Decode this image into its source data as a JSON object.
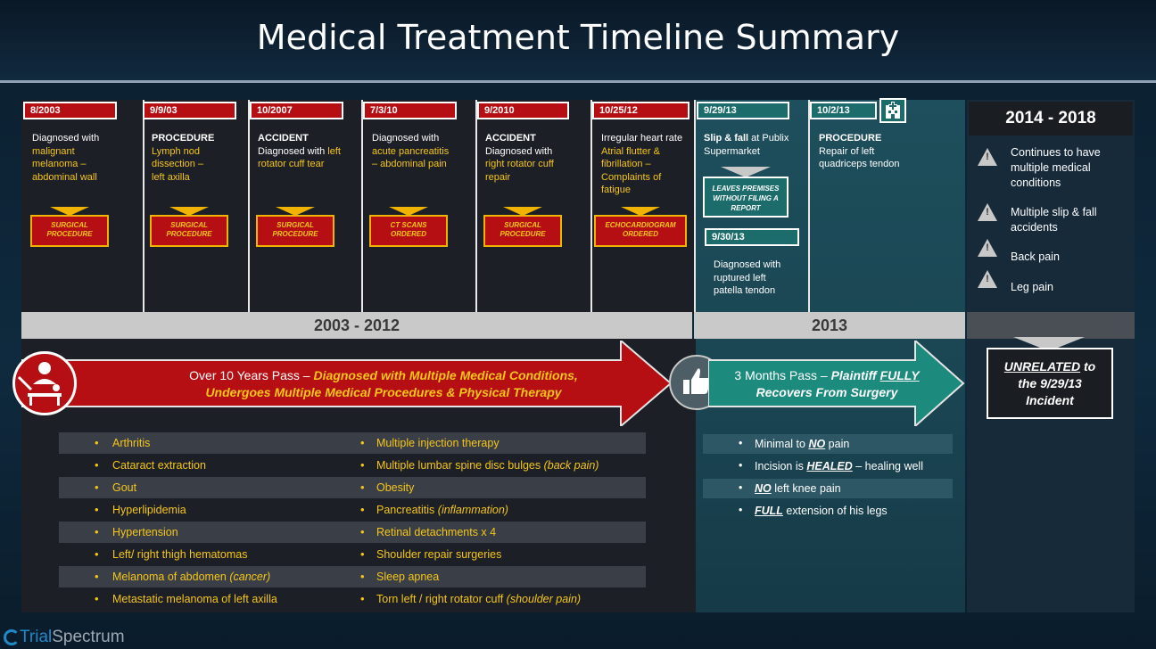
{
  "title": "Medical Treatment Timeline Summary",
  "events": [
    {
      "date": "8/2003",
      "lines": [
        [
          "Diagnosed with",
          "w"
        ],
        [
          "malignant",
          "y"
        ],
        [
          "melanoma –",
          "y"
        ],
        [
          "abdominal wall",
          "y"
        ]
      ],
      "badge": "SURGICAL PROCEDURE"
    },
    {
      "date": "9/9/03",
      "lines": [
        [
          "PROCEDURE",
          "b"
        ],
        [
          "Lymph nod",
          "y"
        ],
        [
          "dissection –",
          "y"
        ],
        [
          "left axilla",
          "y"
        ]
      ],
      "badge": "SURGICAL PROCEDURE"
    },
    {
      "date": "10/2007",
      "lines": [
        [
          "ACCIDENT",
          "b"
        ],
        [
          "Diagnosed with ",
          "w",
          "left"
        ],
        [
          "rotator cuff tear",
          "y"
        ]
      ],
      "badge": "SURGICAL PROCEDURE"
    },
    {
      "date": "7/3/10",
      "lines": [
        [
          "Diagnosed with",
          "w"
        ],
        [
          "acute pancreatitis",
          "y"
        ],
        [
          "– abdominal pain",
          "y"
        ]
      ],
      "badge": "CT SCANS ORDERED"
    },
    {
      "date": "9/2010",
      "lines": [
        [
          "ACCIDENT",
          "b"
        ],
        [
          "Diagnosed with",
          "w"
        ],
        [
          "right rotator cuff",
          "y"
        ],
        [
          "repair",
          "y"
        ]
      ],
      "badge": "SURGICAL PROCEDURE"
    },
    {
      "date": "10/25/12",
      "lines": [
        [
          "Irregular heart rate",
          "w"
        ],
        [
          "Atrial flutter &",
          "y"
        ],
        [
          "fibrillation –",
          "y"
        ],
        [
          "Complaints of",
          "y"
        ],
        [
          "fatigue",
          "y"
        ]
      ],
      "badge": "ECHOCARDIOGRAM ORDERED"
    }
  ],
  "event_2013": {
    "slip": {
      "date": "9/29/13",
      "bold": "Slip & fall",
      "rest": " at Publix",
      "line2": "Supermarket",
      "badge": "LEAVES PREMISES WITHOUT FILING A REPORT"
    },
    "diag": {
      "date": "9/30/13",
      "lines": [
        "Diagnosed with",
        "ruptured left",
        "patella tendon"
      ]
    },
    "proc": {
      "date": "10/2/13",
      "lines": [
        "PROCEDURE",
        "Repair of left",
        "quadriceps tendon"
      ]
    }
  },
  "eras": {
    "first": "2003 - 2012",
    "second": "2013",
    "third_header": "2014 - 2018"
  },
  "arrow_main": {
    "prefix": "Over 10 Years Pass – ",
    "emph1": "Diagnosed with Multiple Medical Conditions,",
    "emph2": "Undergoes Multiple Medical Procedures & Physical Therapy"
  },
  "arrow_teal": {
    "prefix": "3 Months Pass – ",
    "emph_a": "Plaintiff ",
    "emph_b": "FULLY",
    "emph_c": "Recovers From Surgery"
  },
  "conditions_left": [
    {
      "text": "Arthritis",
      "em": ""
    },
    {
      "text": "Cataract extraction",
      "em": ""
    },
    {
      "text": "Gout",
      "em": ""
    },
    {
      "text": "Hyperlipidemia",
      "em": ""
    },
    {
      "text": "Hypertension",
      "em": ""
    },
    {
      "text": "Left/ right thigh hematomas",
      "em": ""
    },
    {
      "text": "Melanoma of abdomen ",
      "em": "(cancer)"
    },
    {
      "text": "Metastatic melanoma of left axilla",
      "em": ""
    }
  ],
  "conditions_right": [
    {
      "text": "Multiple injection therapy",
      "em": ""
    },
    {
      "text": "Multiple lumbar spine disc bulges ",
      "em": "(back pain)"
    },
    {
      "text": "Obesity",
      "em": ""
    },
    {
      "text": "Pancreatitis ",
      "em": "(inflammation)"
    },
    {
      "text": "Retinal detachments x 4",
      "em": ""
    },
    {
      "text": "Shoulder repair surgeries",
      "em": ""
    },
    {
      "text": "Sleep apnea",
      "em": ""
    },
    {
      "text": "Torn left / right rotator cuff ",
      "em": "(shoulder pain)"
    }
  ],
  "recovery": [
    {
      "pre": "Minimal to ",
      "emph": "NO",
      "post": " pain"
    },
    {
      "pre": "Incision is ",
      "emph": "HEALED",
      "post": " – healing well"
    },
    {
      "pre": "",
      "emph": "NO",
      "post": " left knee pain"
    },
    {
      "pre": "",
      "emph": "FULL",
      "post": " extension of his legs"
    }
  ],
  "later": [
    {
      "text": "Continues to have multiple medical conditions"
    },
    {
      "text": "Multiple slip & fall accidents"
    },
    {
      "text": "Back pain"
    },
    {
      "text": "Leg pain"
    }
  ],
  "unrelated": {
    "emph": "UNRELATED",
    "rest1": " to",
    "line2": "the 9/29/13",
    "line3": "Incident"
  },
  "logo": {
    "part1": "Trial",
    "part2": "Spectrum"
  },
  "colors": {
    "red": "#b50f14",
    "teal": "#1b6c6b",
    "yellow": "#f5c518"
  }
}
